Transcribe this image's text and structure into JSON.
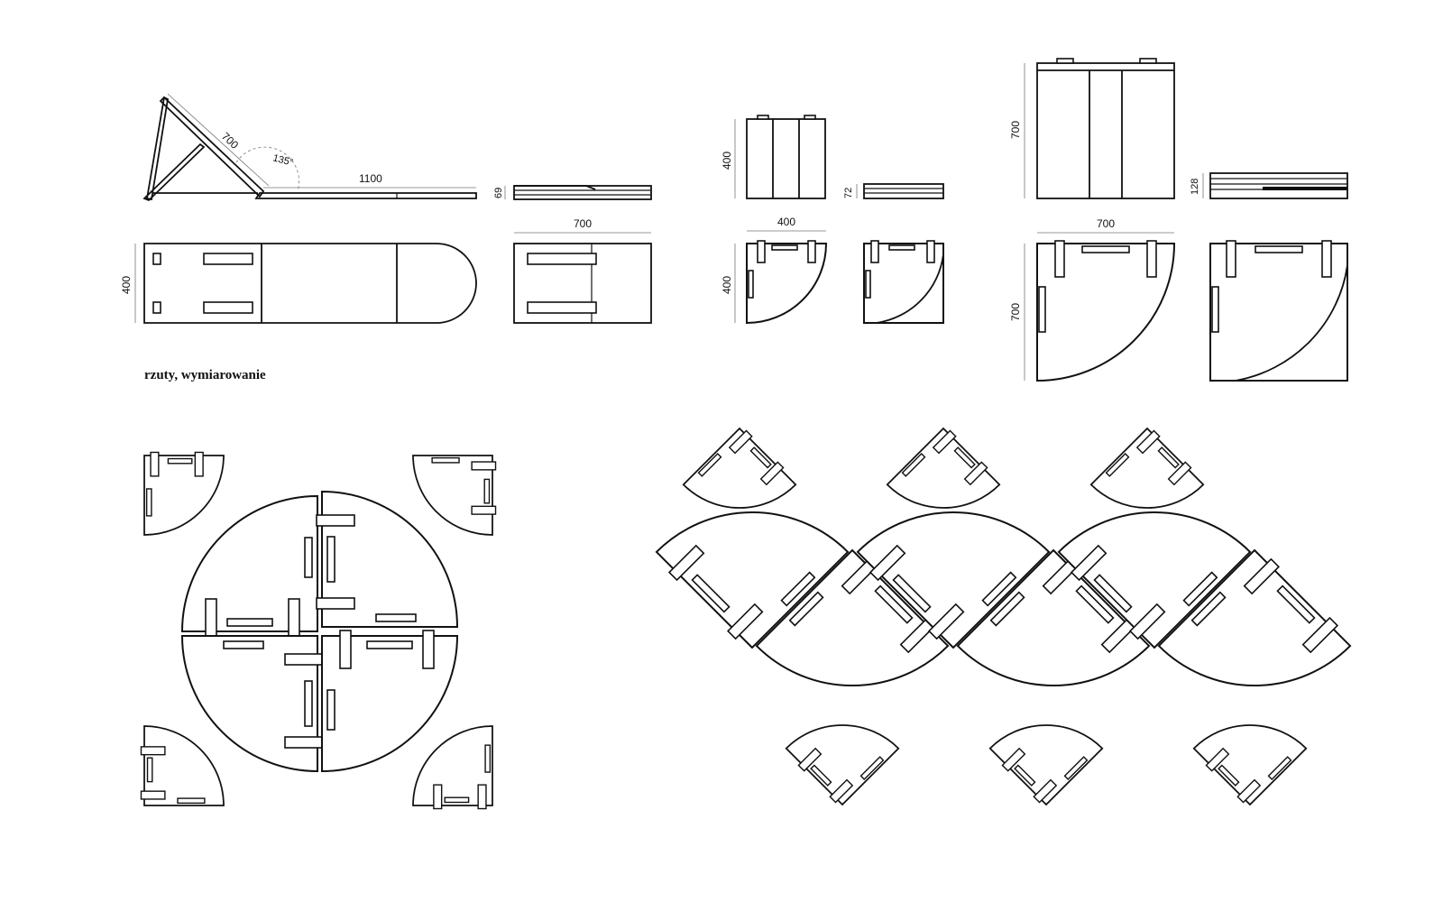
{
  "caption": "rzuty, wymiarowanie",
  "dimensions": {
    "lounger_back": "700",
    "lounger_angle": "135°",
    "lounger_length": "1100",
    "lounger_folded_height": "69",
    "lounger_width": "400",
    "lounger_folded_length": "700",
    "stool_height": "400",
    "stool_folded_height": "72",
    "stool_width": "400",
    "stool_depth": "400",
    "table_height": "700",
    "table_folded_height": "128",
    "table_width": "700",
    "table_depth": "700"
  },
  "colors": {
    "line": "#111111",
    "background": "#ffffff",
    "dimension_line": "#777777"
  }
}
